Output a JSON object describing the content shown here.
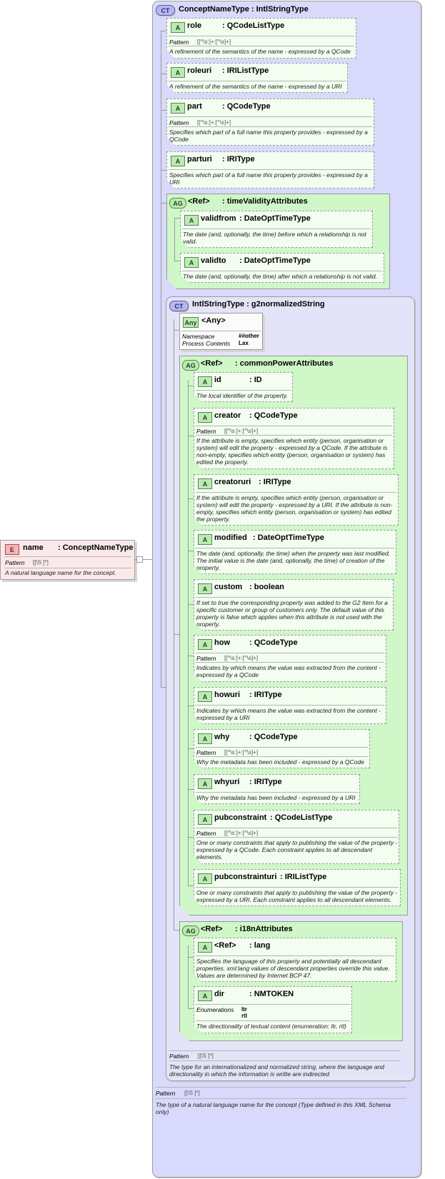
{
  "root": {
    "badge": "E",
    "name": "name",
    "type": ": ConceptNameType",
    "pattern_label": "Pattern",
    "pattern_value": "[[\\S ]*]",
    "doc": "A natural language name for the concept."
  },
  "concept_type": {
    "badge": "CT",
    "title": "ConceptNameType : IntlStringType",
    "pattern_label": "Pattern",
    "pattern_value": "[[\\S ]*]",
    "doc": "The type of a natural language name for the concept (Type defined in this XML Schema only)"
  },
  "attrs": {
    "role": {
      "badge": "A",
      "name": "role",
      "type": ": QCodeListType",
      "pattern_label": "Pattern",
      "pattern_value": "[[^\\s:]+:[^\\s]+]",
      "doc": "A refinement of the semantics of the name - expressed by a QCode"
    },
    "roleuri": {
      "badge": "A",
      "name": "roleuri",
      "type": ": IRIListType",
      "doc": "A refinement of the semantics of the name - expressed by a URI"
    },
    "part": {
      "badge": "A",
      "name": "part",
      "type": ": QCodeType",
      "pattern_label": "Pattern",
      "pattern_value": "[[^\\s:]+:[^\\s]+]",
      "doc": "Specifies which part of a full name this property provides - expressed by a QCode"
    },
    "parturi": {
      "badge": "A",
      "name": "parturi",
      "type": ": IRIType",
      "doc": "Specifies which part of a full name this property provides - expressed by a URI"
    }
  },
  "time_validity": {
    "badge": "AG",
    "ref": "<Ref>",
    "name": ": timeValidityAttributes",
    "validfrom": {
      "badge": "A",
      "name": "validfrom",
      "type": ": DateOptTimeType",
      "doc": "The date (and, optionally, the time) before which a relationship is not valid."
    },
    "validto": {
      "badge": "A",
      "name": "validto",
      "type": ": DateOptTimeType",
      "doc": "The date (and, optionally, the time) after which a relationship is not valid."
    }
  },
  "intl": {
    "badge": "CT",
    "title": "IntlStringType : g2normalizedString",
    "pattern_label": "Pattern",
    "pattern_value": "[[\\S ]*]",
    "doc": "The type for an internationalized and normalized string, where the language and directionality in which the information is writte are indirected"
  },
  "any": {
    "badge": "Any",
    "name": "<Any>",
    "ns_label": "Namespace",
    "ns_value": "##other",
    "pc_label": "Process Contents",
    "pc_value": "Lax"
  },
  "common_power": {
    "badge": "AG",
    "ref": "<Ref>",
    "name": ": commonPowerAttributes"
  },
  "cp": {
    "id": {
      "badge": "A",
      "name": "id",
      "type": ": ID",
      "doc": "The local identifier of the property."
    },
    "creator": {
      "badge": "A",
      "name": "creator",
      "type": ": QCodeType",
      "pattern_label": "Pattern",
      "pattern_value": "[[^\\s:]+:[^\\s]+]",
      "doc": "If the attribute is empty, specifies which entity (person, organisation or system) will edit the property - expressed by a QCode. If the attribute is non-empty, specifies which entity (person, organisation or system) has edited the property."
    },
    "creatoruri": {
      "badge": "A",
      "name": "creatoruri",
      "type": ": IRIType",
      "doc": "If the attribute is empty, specifies which entity (person, organisation or system) will edit the property - expressed by a URI. If the attribute is non-empty, specifies which entity (person, organisation or system) has edited the property."
    },
    "modified": {
      "badge": "A",
      "name": "modified",
      "type": ": DateOptTimeType",
      "doc": "The date (and, optionally, the time) when the property was last modified. The initial value is the date (and, optionally, the time) of creation of the property."
    },
    "custom": {
      "badge": "A",
      "name": "custom",
      "type": ": boolean",
      "doc": "If set to true the corresponding property was added to the G2 Item for a specific customer or group of customers only. The default value of this property is false which applies when this attribute is not used with the property."
    },
    "how": {
      "badge": "A",
      "name": "how",
      "type": ": QCodeType",
      "pattern_label": "Pattern",
      "pattern_value": "[[^\\s:]+:[^\\s]+]",
      "doc": "Indicates by which means the value was extracted from the content - expressed by a QCode"
    },
    "howuri": {
      "badge": "A",
      "name": "howuri",
      "type": ": IRIType",
      "doc": "Indicates by which means the value was extracted from the content - expressed by a URI"
    },
    "why": {
      "badge": "A",
      "name": "why",
      "type": ": QCodeType",
      "pattern_label": "Pattern",
      "pattern_value": "[[^\\s:]+:[^\\s]+]",
      "doc": "Why the metadata has been included - expressed by a QCode"
    },
    "whyuri": {
      "badge": "A",
      "name": "whyuri",
      "type": ": IRIType",
      "doc": "Why the metadata has been included - expressed by a URI"
    },
    "pubconstraint": {
      "badge": "A",
      "name": "pubconstraint",
      "type": ": QCodeListType",
      "pattern_label": "Pattern",
      "pattern_value": "[[^\\s:]+:[^\\s]+]",
      "doc": "One or many constraints that apply to publishing the value of the property - expressed by a QCode. Each constraint applies to all descendant elements."
    },
    "pubconstrainturi": {
      "badge": "A",
      "name": "pubconstrainturi",
      "type": ": IRIListType",
      "doc": "One or many constraints that apply to publishing the value of the property - expressed by a URI. Each constraint applies to all descendant elements."
    }
  },
  "i18n": {
    "badge": "AG",
    "ref": "<Ref>",
    "name": ": i18nAttributes",
    "lang": {
      "badge": "A",
      "name": "<Ref>",
      "type": ": lang",
      "doc": "Specifies the language of this property and potentially all descendant properties. xml:lang values of descendant properties override this value. Values are determined by Internet BCP 47."
    },
    "dir": {
      "badge": "A",
      "name": "dir",
      "type": ": NMTOKEN",
      "enum_label": "Enumerations",
      "enum_values": [
        "ltr",
        "rtl"
      ],
      "doc": "The directionality of textual content (enumeration: ltr, rtl)"
    }
  }
}
